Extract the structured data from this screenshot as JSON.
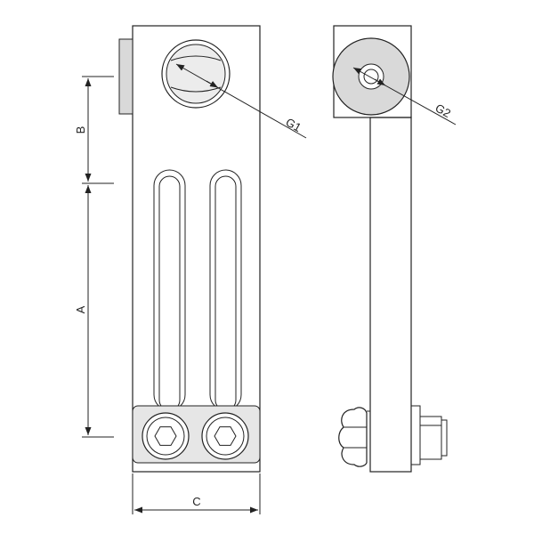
{
  "colors": {
    "line": "#222222",
    "fill_light": "#d9d9d9",
    "fill_mid": "#e6e6e6",
    "fill_lens": "#ececec",
    "background": "#ffffff"
  },
  "dimensions": {
    "a": "A",
    "b": "B",
    "c": "C",
    "g1": "G1",
    "g2": "G2"
  }
}
